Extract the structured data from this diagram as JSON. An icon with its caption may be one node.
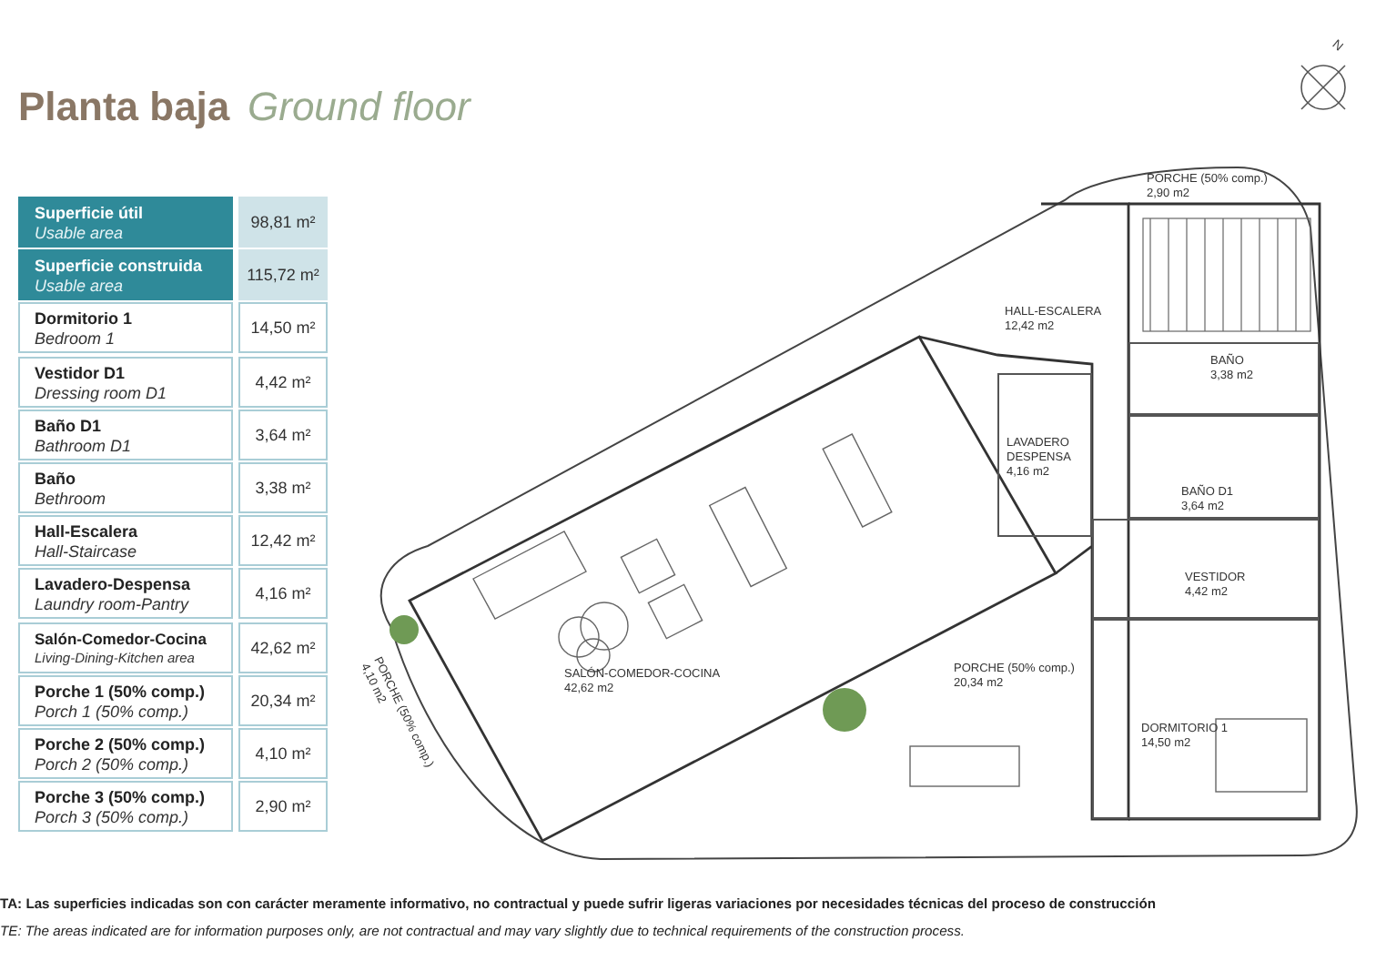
{
  "diagram": {
    "title": "Planta baja",
    "nodes": [
      {
        "text": [
          "PORCHE (50% comp.)",
          "2,90 m2"
        ]
      },
      {
        "text": [
          "HALL-ESCALERA",
          "12,42 m2"
        ]
      },
      {
        "text": [
          "BAÑO",
          "3,38 m2"
        ]
      },
      {
        "text": [
          "LAVADERO DESPENSA",
          "4,16 m2"
        ]
      },
      {
        "text": [
          "BAÑO D1",
          "3,64 m2"
        ]
      },
      {
        "text": [
          "SALÓN-COMEDOR-COCINA",
          "42,62 m2"
        ]
      },
      {
        "text": [
          "PORCHE (50% comp.)",
          "4,10 m2"
        ]
      },
      {
        "text": [
          "PORCHE (50% comp.)",
          "20,34 m2"
        ]
      },
      {
        "text": [
          "VESTIDOR",
          "4,42 m2"
        ]
      },
      {
        "text": [
          "DORMITORIO 1",
          "14,50 m2"
        ]
      }
    ],
    "labels": [
      "N",
      "Ground floor",
      "Superficie útil",
      "Usable area",
      "98,81 m²",
      "Superficie construida",
      "Usable area",
      "115,72 m²",
      "Dormitorio 1",
      "Bedroom 1",
      "14,50 m²",
      "Vestidor D1",
      "Dressing room D1",
      "4,42 m²",
      "Baño D1",
      "Bathroom D1",
      "3,64 m²",
      "Baño",
      "Bethroom",
      "3,38 m²",
      "Hall-Escalera",
      "Hall-Staircase",
      "12,42 m²",
      "Lavadero-Despensa",
      "Laundry room-Pantry",
      "4,16 m²",
      "Salón-Comedor-Cocina",
      "Living-Dining-Kitchen area",
      "42,62 m²",
      "Porche 1 (50% comp.)",
      "Porch 1 (50% comp.)",
      "20,34 m²",
      "Porche 2 (50% comp.)",
      "Porch 2 (50% comp.)",
      "4,10 m²",
      "Porche 3 (50% comp.)",
      "Porch 3 (50% comp.)",
      "2,90 m²",
      "TA: Las superficies indicadas son con carácter meramente informativo, no contractual y puede sufrir ligeras variaciones por necesidades técnicas del proceso de construcción",
      "TE: The areas indicated are for information purposes only, are not contractual and may vary slightly due to technical requirements of the construction process."
    ]
  }
}
